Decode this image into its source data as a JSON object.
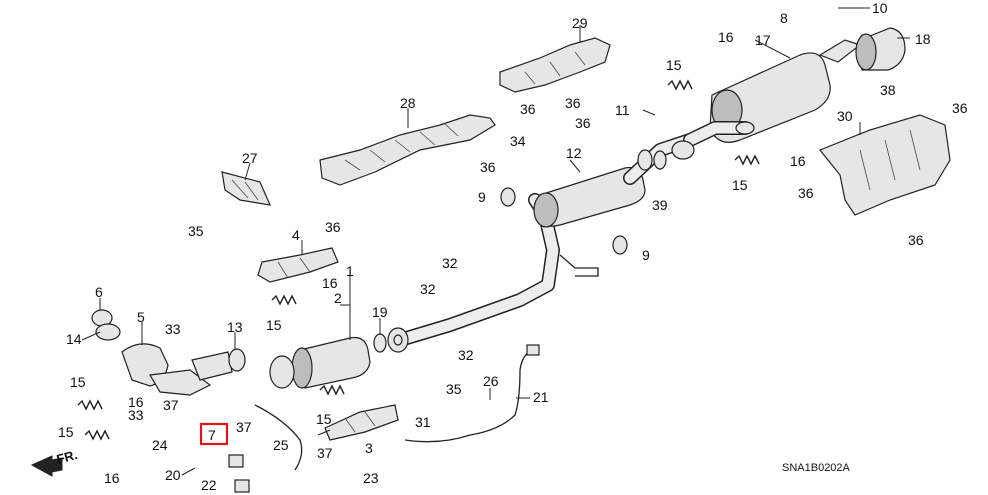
{
  "diagram_code": "SNA1B0202A",
  "direction_label": "FR.",
  "highlighted_callout": "7",
  "callouts": {
    "c1": "1",
    "c2": "2",
    "c3": "3",
    "c4": "4",
    "c5": "5",
    "c6": "6",
    "c7": "7",
    "c8": "8",
    "c9a": "9",
    "c9b": "9",
    "c10": "10",
    "c11": "11",
    "c12": "12",
    "c13": "13",
    "c14": "14",
    "c15a": "15",
    "c15b": "15",
    "c15c": "15",
    "c15d": "15",
    "c15e": "15",
    "c15f": "15",
    "c16a": "16",
    "c16b": "16",
    "c16c": "16",
    "c16d": "16",
    "c16e": "16",
    "c17": "17",
    "c18": "18",
    "c19": "19",
    "c20": "20",
    "c21": "21",
    "c22": "22",
    "c23": "23",
    "c24": "24",
    "c25": "25",
    "c26": "26",
    "c27": "27",
    "c28": "28",
    "c29": "29",
    "c30": "30",
    "c31": "31",
    "c32a": "32",
    "c32b": "32",
    "c32c": "32",
    "c33a": "33",
    "c33b": "33",
    "c34": "34",
    "c35a": "35",
    "c35b": "35",
    "c36a": "36",
    "c36b": "36",
    "c36c": "36",
    "c36d": "36",
    "c36e": "36",
    "c36f": "36",
    "c36g": "36",
    "c36h": "36",
    "c37a": "37",
    "c37b": "37",
    "c37c": "37",
    "c38": "38",
    "c39": "39"
  }
}
